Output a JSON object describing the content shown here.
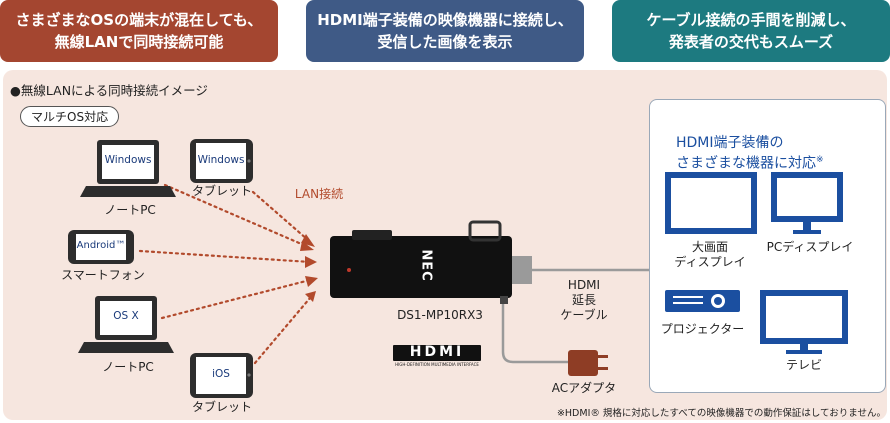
{
  "banners": [
    {
      "text": "さまざまなOSの端末が混在しても、\n無線LANで同時接続可能",
      "color": "#a44630"
    },
    {
      "text": "HDMI端子装備の映像機器に接続し、\n受信した画像を表示",
      "color": "#3f5a86"
    },
    {
      "text": "ケーブル接続の手間を削減し、\n発表者の交代もスムーズ",
      "color": "#1d7a80"
    }
  ],
  "section_title": "●無線LANによる同時接続イメージ",
  "multi_os_badge": "マルチOS対応",
  "devices": {
    "notebook1": {
      "screen": "Windows",
      "label": "ノートPC"
    },
    "tablet1": {
      "screen": "Windows",
      "label": "タブレット"
    },
    "smartphone": {
      "screen": "Android™",
      "label": "スマートフォン"
    },
    "notebook2": {
      "screen": "OS X",
      "label": "ノートPC"
    },
    "tablet2": {
      "screen": "iOS",
      "label": "タブレット"
    }
  },
  "lan_label": "LAN接続",
  "stick": {
    "brand": "NEC",
    "model": "DS1-MP10RX3"
  },
  "hdmi_logo": {
    "main": "HDMI",
    "sub": "HIGH-DEFINITION MULTIMEDIA INTERFACE"
  },
  "cable_label": "HDMI\n延長\nケーブル",
  "ac_label": "ACアダプタ",
  "hdmi_box": {
    "title": "HDMI端子装備の\nさまざまな機器に対応",
    "title_mark": "※",
    "items": [
      "大画面\nディスプレイ",
      "PCディスプレイ",
      "プロジェクター",
      "テレビ"
    ]
  },
  "footnote": "※HDMI® 規格に対応したすべての映像機器での動作保証はしておりません。",
  "colors": {
    "accent_line": "#b24a2c",
    "device_dark": "#2d2d2d",
    "screen_bg": "#ffffff",
    "box_blue": "#1b4fa0",
    "panel": "#f6e6df"
  }
}
